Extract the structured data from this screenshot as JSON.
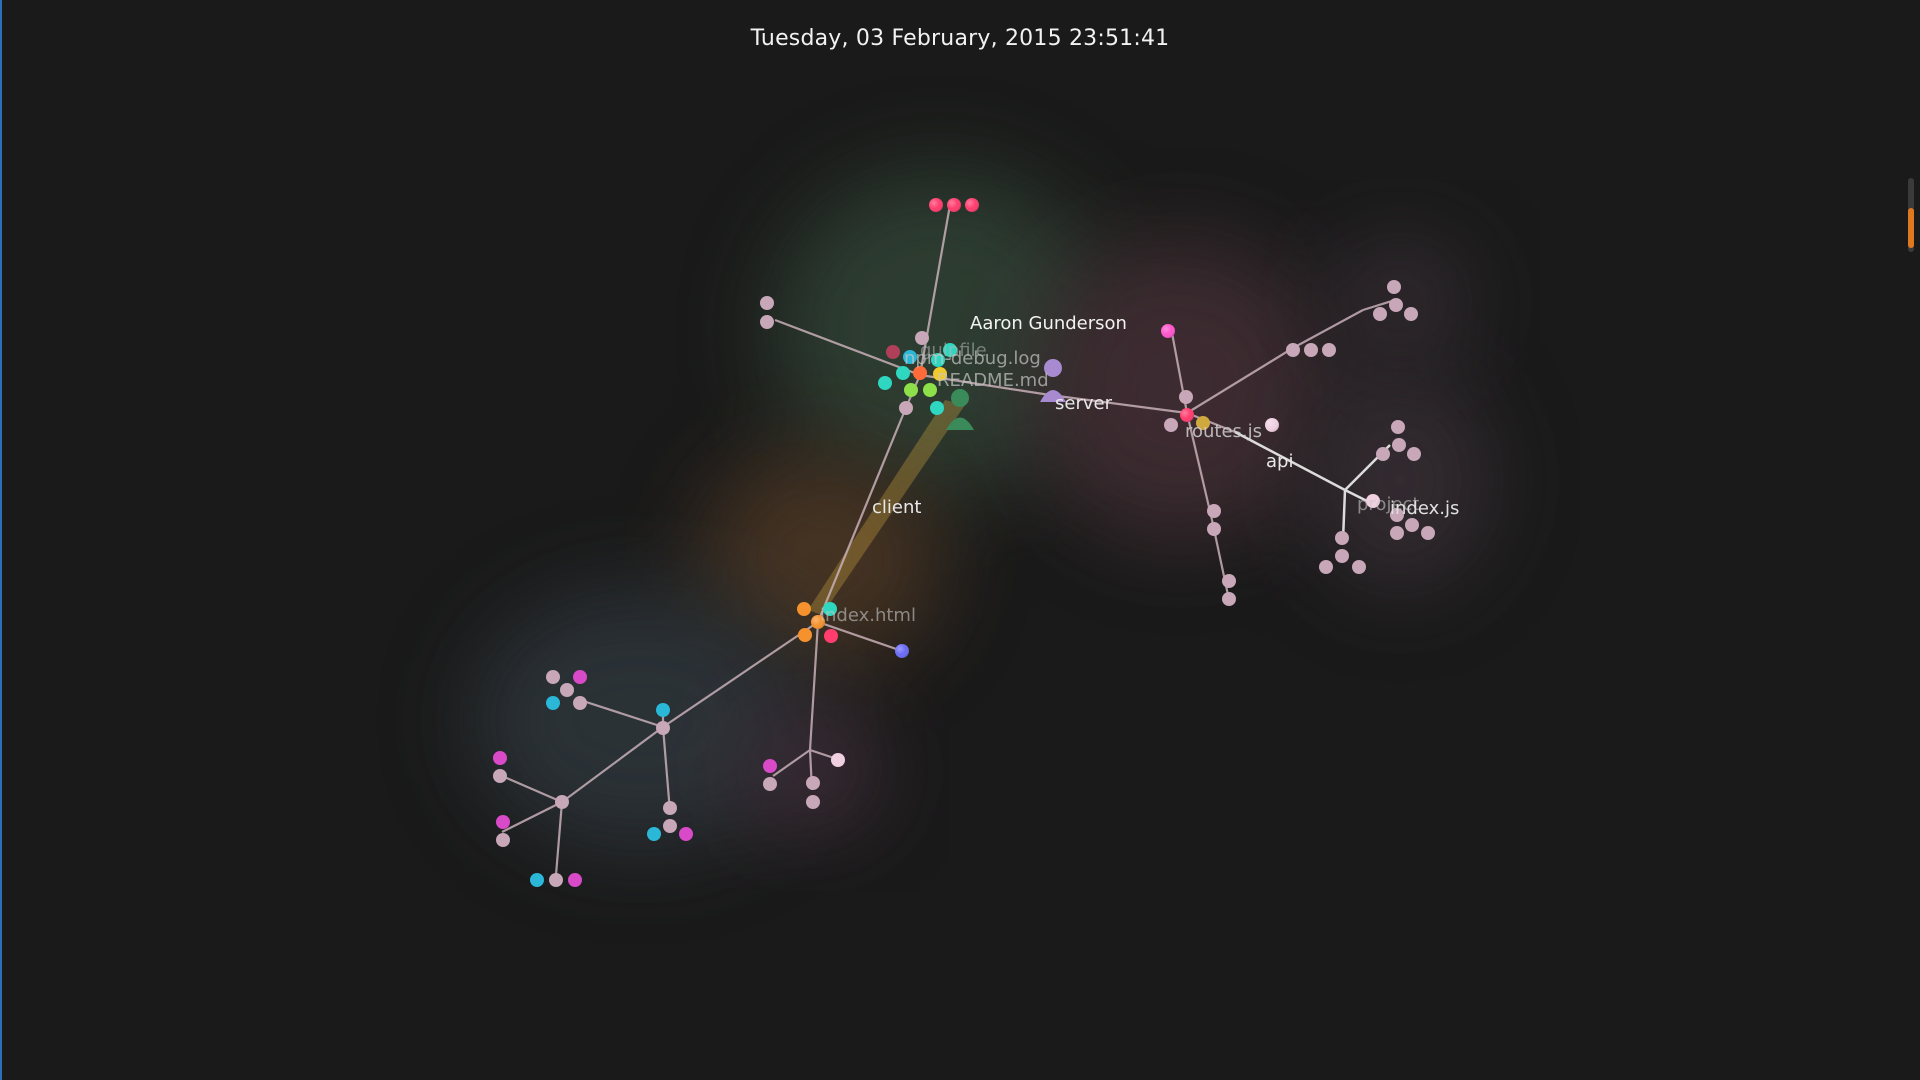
{
  "timestamp": "Tuesday, 03 February, 2015 23:51:41",
  "user": {
    "name": "Aaron Gunderson"
  },
  "labels": {
    "client": "client",
    "server": "server",
    "api": "api",
    "project": "project",
    "routes_js": "routes.js",
    "index_js": "index.js",
    "index_html": "index.html",
    "npm_debug": "npm-debug.log",
    "readme": "README.md",
    "gulpfile": "gulpfile"
  },
  "colors": {
    "background": "#1a1a1a",
    "accent": "#e07820",
    "edge": "#c8b0b8",
    "file_default": "#c7a7b8",
    "pink_red": "#ff3d6e",
    "teal": "#2fd6c0",
    "cyan": "#2bb8d8",
    "magenta": "#d84ac8",
    "orange": "#f5922e",
    "blue_violet": "#6a6cf5",
    "lime": "#8ee04a",
    "yellow": "#f0c830",
    "user_avatar": "#a88ad0",
    "user_avatar_green": "#3a8a5a"
  }
}
